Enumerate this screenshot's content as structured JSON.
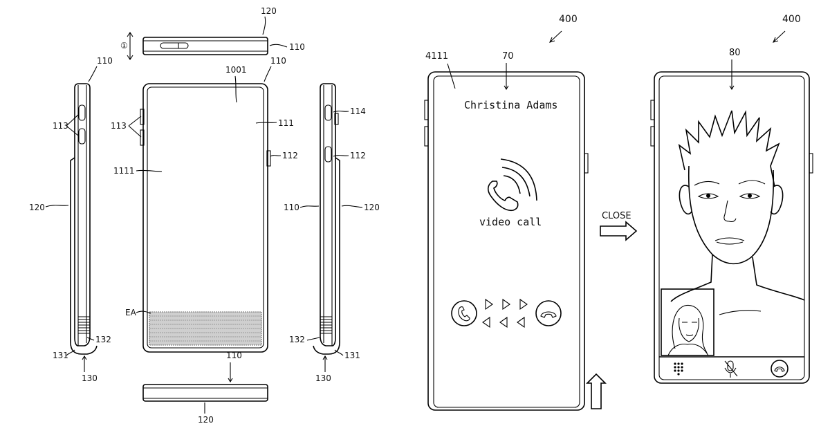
{
  "left_figure": {
    "labels": {
      "l120_top": "120",
      "l110_top": "110",
      "l_circle_one": "①",
      "l1001": "1001",
      "l110_front": "110",
      "l110_left_side": "110",
      "l113_left": "113",
      "l113_front": "113",
      "l111": "111",
      "l112_front": "112",
      "l1111": "1111",
      "l120_left": "120",
      "l114": "114",
      "l112_right": "112",
      "l110_right": "110",
      "l120_right": "120",
      "lEA": "EA",
      "l132_left": "132",
      "l131_left": "131",
      "l130_left": "130",
      "l110_bottom": "110",
      "l120_bottom": "120",
      "l132_right": "132",
      "l131_right": "131",
      "l130_right": "130"
    }
  },
  "right_figure": {
    "labels": {
      "l400_a": "400",
      "l400_b": "400",
      "l4111": "4111",
      "l70": "70",
      "l80": "80",
      "close": "CLOSE"
    },
    "call_screen": {
      "caller_name": "Christina Adams",
      "call_type": "video call"
    },
    "icons": [
      "phone-icon",
      "accept-call-icon",
      "decline-call-icon",
      "keypad-icon",
      "microphone-icon",
      "end-call-icon",
      "up-arrow-icon",
      "right-arrow-icon"
    ]
  }
}
